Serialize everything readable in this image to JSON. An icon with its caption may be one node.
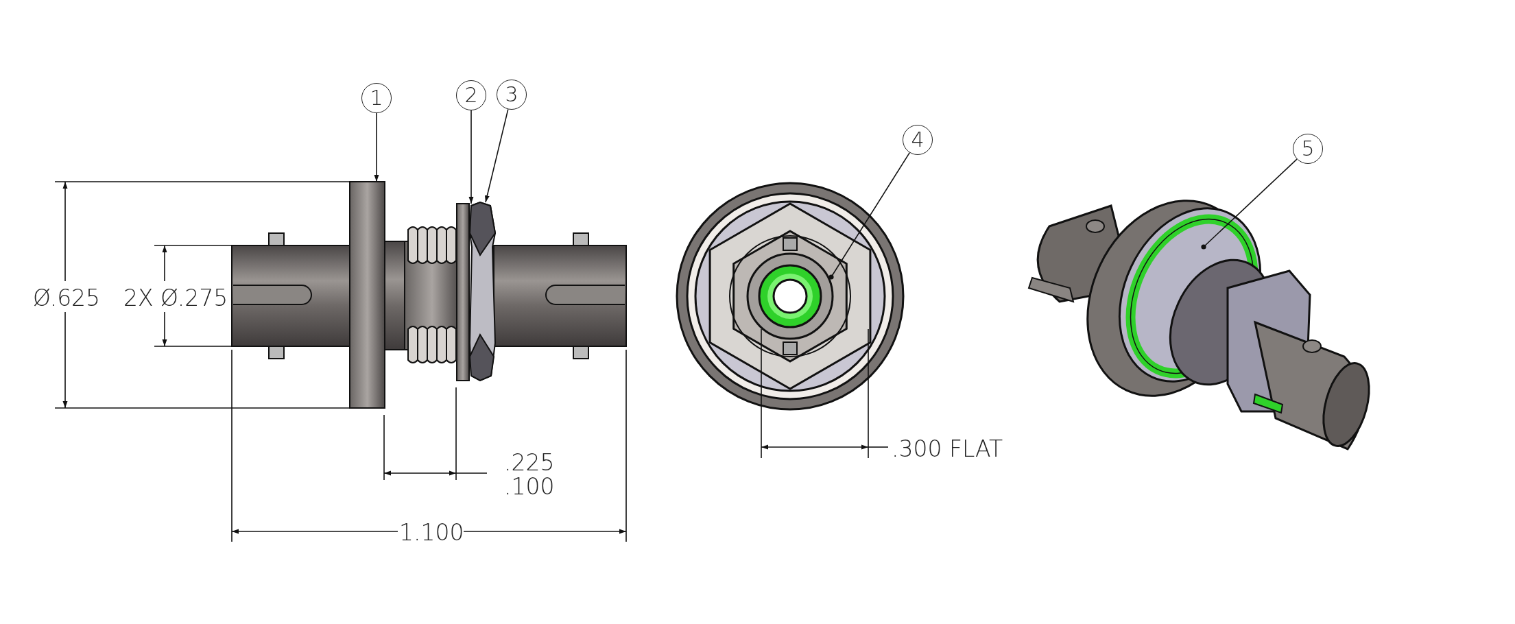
{
  "diagram": {
    "nodes": [
      {
        "text": [
          "1"
        ]
      },
      {
        "text": [
          "2"
        ]
      },
      {
        "text": [
          "3"
        ]
      },
      {
        "text": [
          "4"
        ]
      },
      {
        "text": [
          "5"
        ]
      }
    ],
    "edges": [
      {
        "from": 0,
        "to": null,
        "arrow": "to"
      },
      {
        "from": 1,
        "to": null,
        "arrow": "to"
      },
      {
        "from": 2,
        "to": null,
        "arrow": "to"
      },
      {
        "from": 3,
        "to": null,
        "arrow": "other"
      },
      {
        "from": 4,
        "to": null,
        "arrow": "other"
      }
    ],
    "labels": [
      "Ø.625",
      "2X Ø.275",
      ".225",
      ".100",
      "1.100",
      ".300 FLAT"
    ]
  }
}
